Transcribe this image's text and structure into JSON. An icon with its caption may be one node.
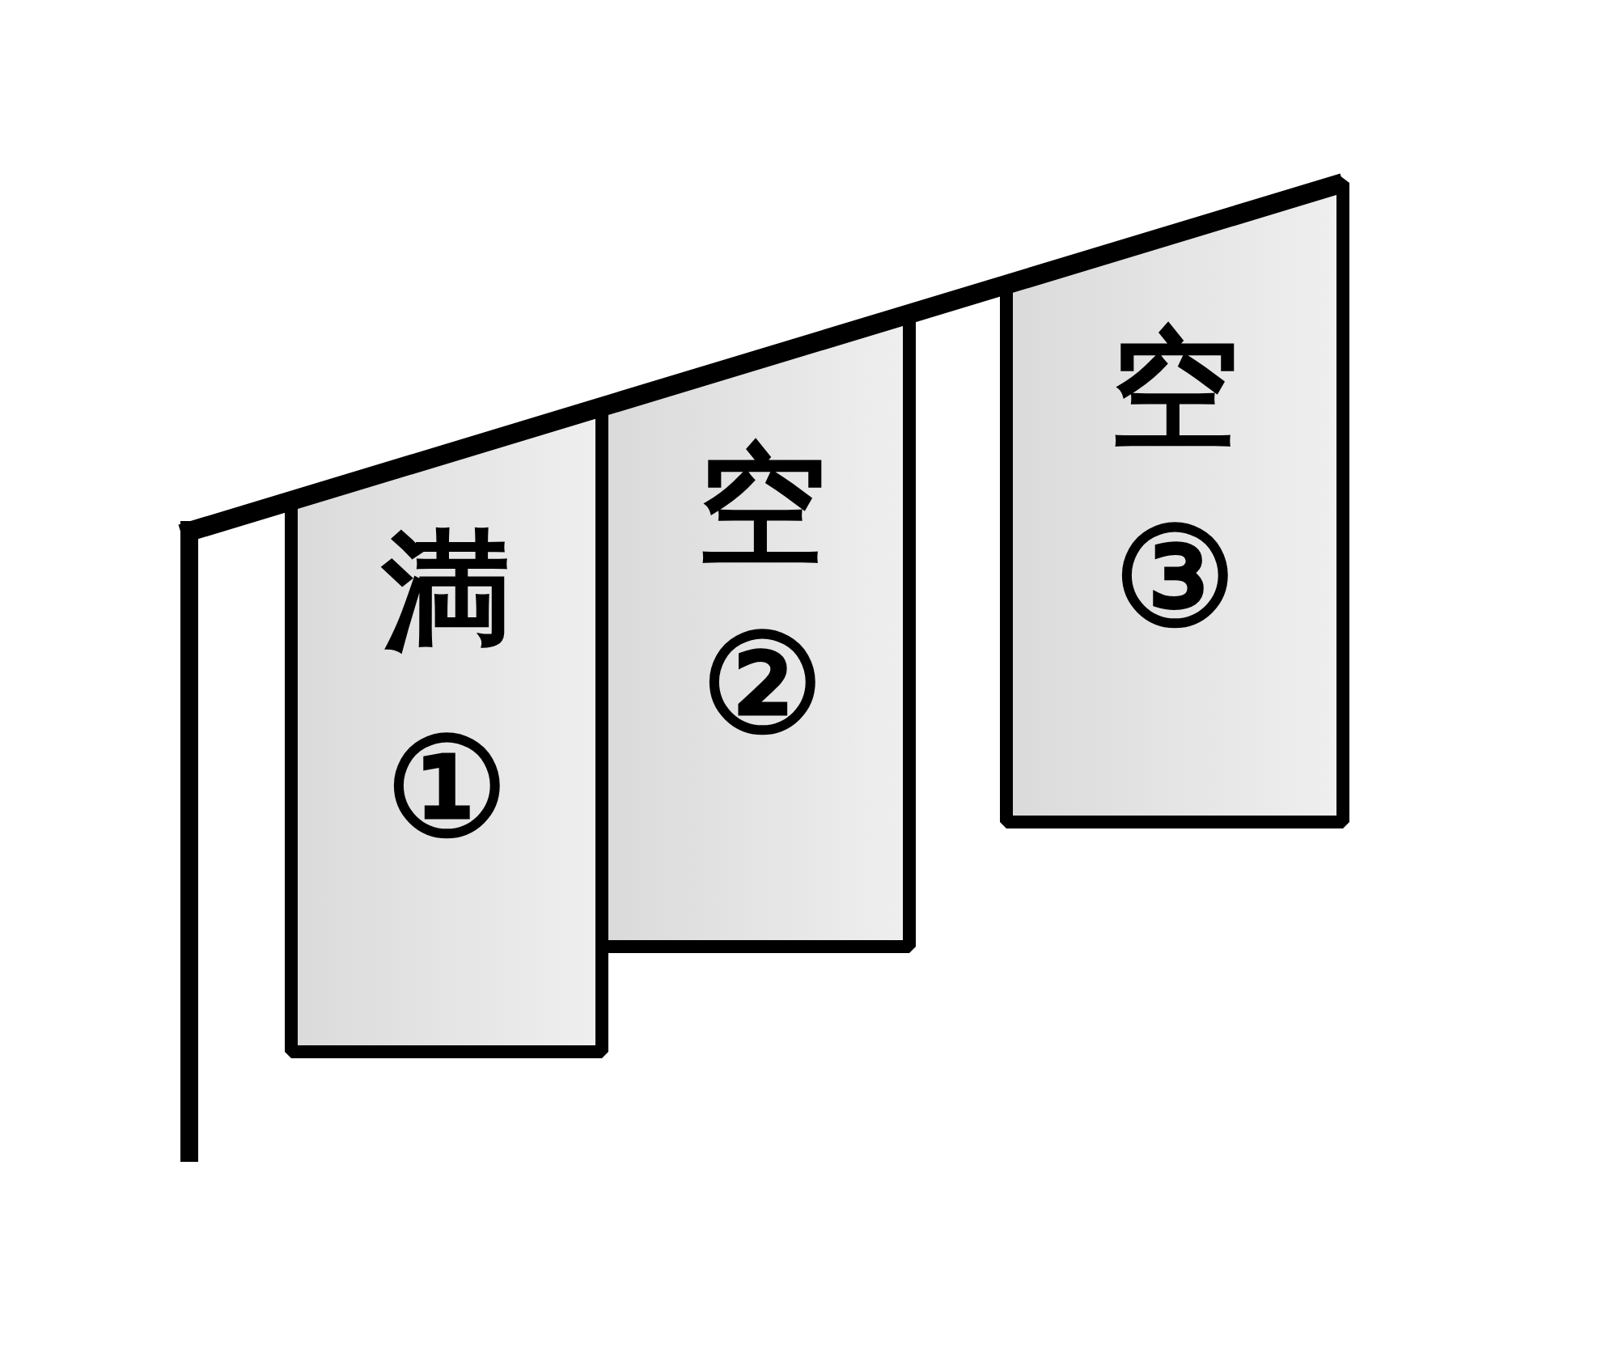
{
  "diagram": {
    "nodes": [
      {
        "text": [
          "満",
          "①"
        ]
      },
      {
        "text": [
          "空",
          "②"
        ]
      },
      {
        "text": [
          "空",
          "③"
        ]
      }
    ]
  }
}
